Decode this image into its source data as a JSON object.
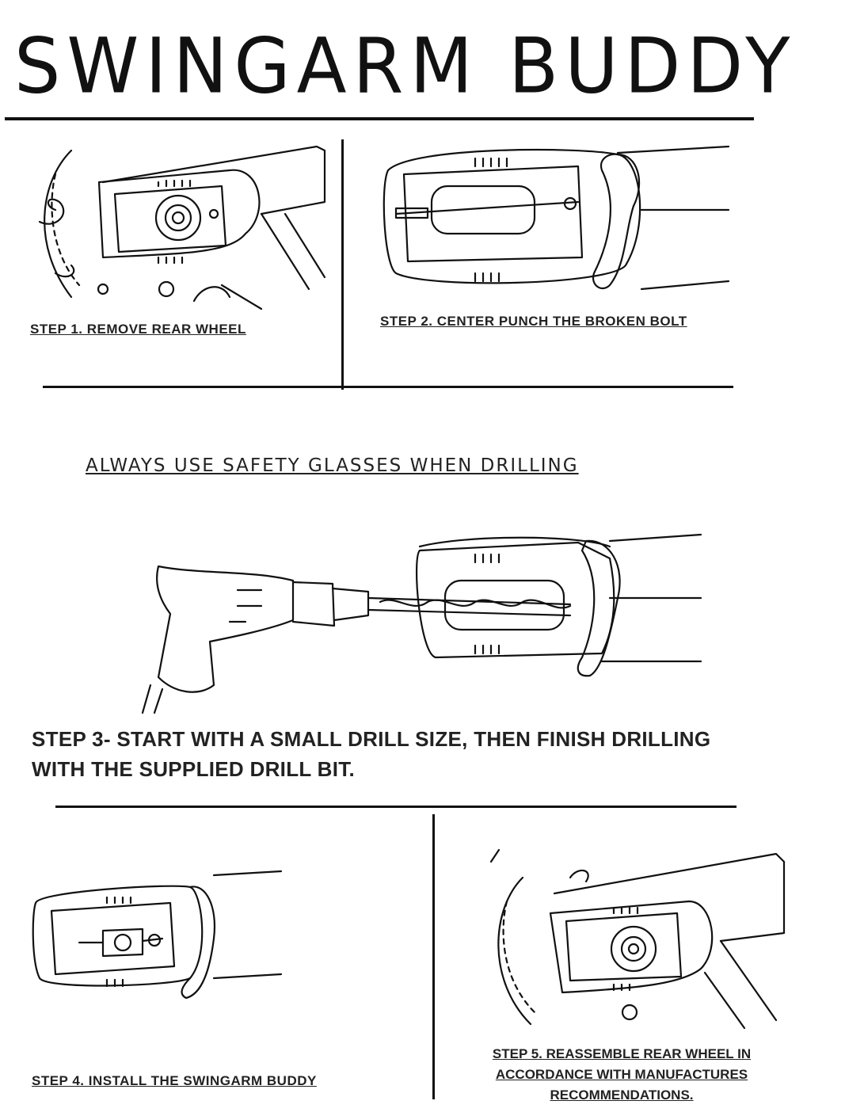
{
  "title": "SWINGARM  BUDDY",
  "steps": {
    "step1": "STEP 1. REMOVE REAR WHEEL",
    "step2": "STEP 2. CENTER PUNCH THE BROKEN BOLT",
    "warning": "ALWAYS USE SAFETY GLASSES WHEN DRILLING",
    "step3_line1": "STEP 3- START WITH A SMALL DRILL SIZE, THEN FINISH DRILLING",
    "step3_line2": "WITH THE SUPPLIED DRILL BIT.",
    "step4": "STEP 4. INSTALL THE SWINGARM BUDDY",
    "step5_line1": "STEP 5. REASSEMBLE REAR WHEEL IN",
    "step5_line2": "ACCORDANCE WITH MANUFACTURES",
    "step5_line3": "RECOMMENDATIONS."
  },
  "illustrations": [
    "wheel-removed-illustration",
    "center-punch-illustration",
    "drill-illustration",
    "installed-buddy-illustration",
    "reassembled-wheel-illustration"
  ]
}
